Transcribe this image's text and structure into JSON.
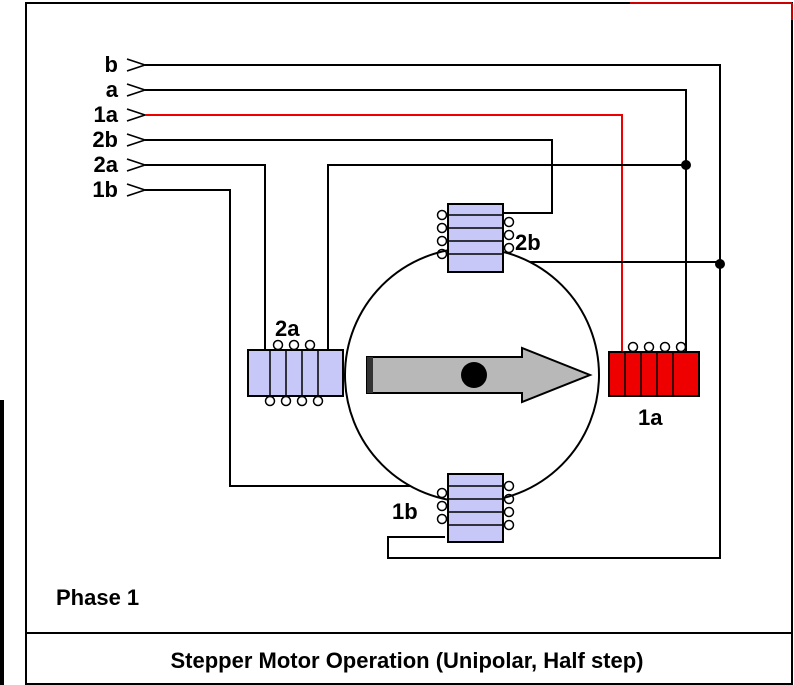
{
  "terminals": [
    "b",
    "a",
    "1a",
    "2b",
    "2a",
    "1b"
  ],
  "coils": {
    "top": "2b",
    "left": "2a",
    "right": "1a",
    "bottom": "1b"
  },
  "energized_coil": "1a",
  "phase_label": "Phase 1",
  "caption": "Stepper Motor Operation (Unipolar, Half step)",
  "colors": {
    "coil_idle": "#c8c8f8",
    "coil_active": "#ee0000",
    "wire": "#000000",
    "active_wire": "#ee0000",
    "rotor_arrow": "#b8b8b8"
  }
}
